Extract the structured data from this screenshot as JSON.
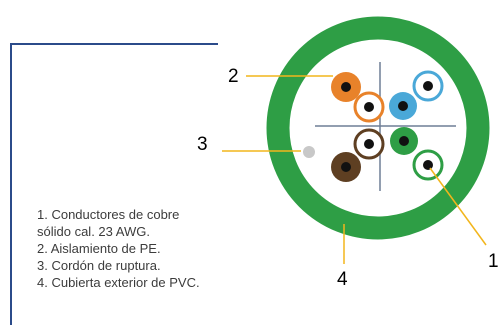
{
  "diagram": {
    "callouts": [
      {
        "id": "1",
        "label": "1"
      },
      {
        "id": "2",
        "label": "2"
      },
      {
        "id": "3",
        "label": "3"
      },
      {
        "id": "4",
        "label": "4"
      }
    ],
    "legend": [
      "1. Conductores de cobre",
      "sólido cal. 23 AWG.",
      "2. Aislamiento de PE.",
      "3. Cordón de ruptura.",
      "4. Cubierta exterior de PVC."
    ],
    "colors": {
      "jacket": "#2e9e45",
      "jacket_outline": "#1f7a33",
      "frame": "#2b4b8a",
      "leader": "#f2b51c",
      "pair_orange": "#e8822a",
      "pair_blue": "#4aa8d8",
      "pair_green": "#2e9e45",
      "pair_brown": "#5e3f22",
      "ripcord": "#c8c8c8",
      "cross": "#6f7f95",
      "conductor": "#111111"
    }
  }
}
